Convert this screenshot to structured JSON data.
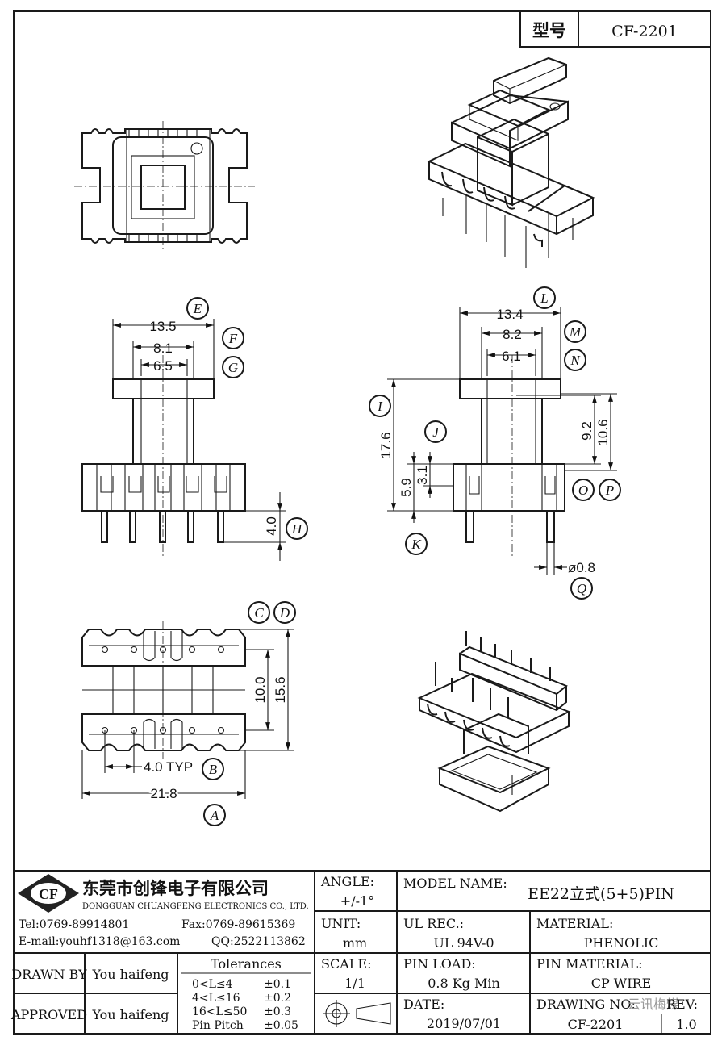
{
  "header": {
    "type_label": "型号",
    "part_number": "CF-2201"
  },
  "dimensions": {
    "side": {
      "overall": "13.5",
      "mid": "8.1",
      "inner": "6.5",
      "pin_length": "4.0"
    },
    "front": {
      "overall": "13.4",
      "mid": "8.2",
      "inner": "6.1",
      "height": "17.6",
      "h1": "9.2",
      "h2": "10.6",
      "base": "5.9",
      "flange": "3.1",
      "pin_dia": "ø0.8"
    },
    "bottom": {
      "row_gap": "10.0",
      "row_outer": "15.6",
      "pitch": "4.0 TYP",
      "width": "21.8"
    }
  },
  "callouts": [
    "A",
    "B",
    "C",
    "D",
    "E",
    "F",
    "G",
    "H",
    "I",
    "J",
    "K",
    "L",
    "M",
    "N",
    "O",
    "P",
    "Q"
  ],
  "title_block": {
    "company_cn": "东莞市创锋电子有限公司",
    "company_en": "DONGGUAN CHUANGFENG ELECTRONICS CO., LTD.",
    "logo_text": "CF",
    "tel": "Tel:0769-89914801",
    "fax": "Fax:0769-89615369",
    "email": "E-mail:youhf1318@163.com",
    "qq": "QQ:2522113862",
    "angle_label": "ANGLE:",
    "angle_value": "+/-1°",
    "unit_label": "UNIT:",
    "unit_value": "mm",
    "scale_label": "SCALE:",
    "scale_value": "1/1",
    "model_label": "MODEL NAME:",
    "model_value": "EE22立式(5+5)PIN",
    "ul_label": "UL REC.:",
    "ul_value": "UL 94V-0",
    "material_label": "MATERIAL:",
    "material_value": "PHENOLIC",
    "pinload_label": "PIN LOAD:",
    "pinload_value": "0.8 Kg Min",
    "pinmat_label": "PIN MATERIAL:",
    "pinmat_value": "CP WIRE",
    "date_label": "DATE:",
    "date_value": "2019/07/01",
    "drawing_label": "DRAWING NO:",
    "drawing_value": "CF-2201",
    "rev_label": "REV:",
    "rev_value": "1.0",
    "drawn_label": "DRAWN BY",
    "drawn_value": "You haifeng",
    "approved_label": "APPROVED",
    "approved_value": "You haifeng",
    "tolerances_label": "Tolerances",
    "tol_rows": [
      {
        "range": "0<L≤4",
        "value": "±0.1"
      },
      {
        "range": "4<L≤16",
        "value": "±0.2"
      },
      {
        "range": "16<L≤50",
        "value": "±0.3"
      },
      {
        "range": "Pin Pitch",
        "value": "±0.05"
      }
    ],
    "watermark": "云讯梅煤"
  }
}
